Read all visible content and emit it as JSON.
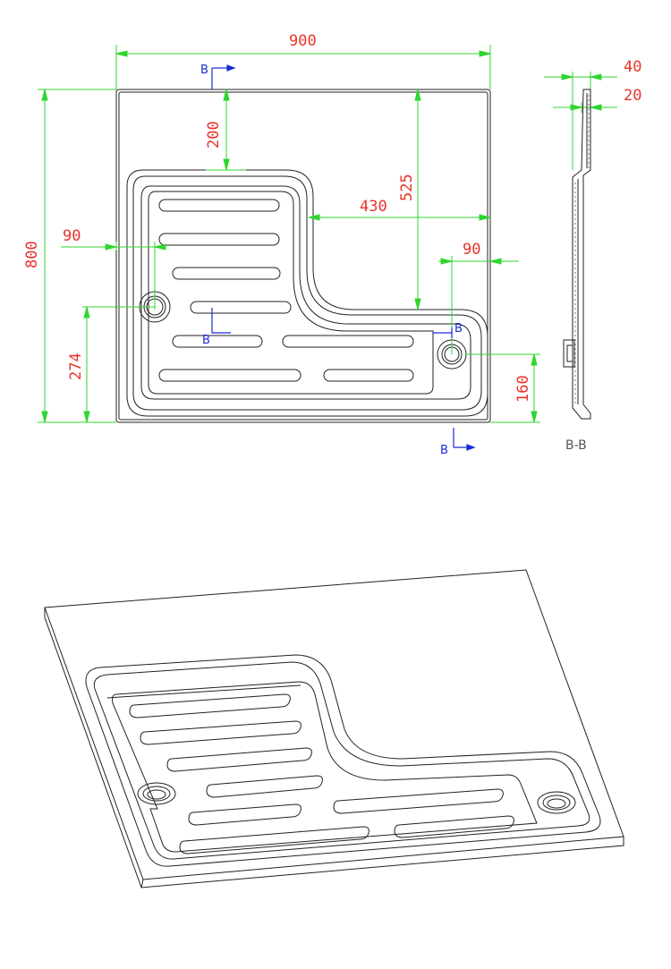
{
  "dimensions": {
    "width": "900",
    "depth": "800",
    "top_offset": "200",
    "recess_width": "430",
    "recess_depth": "525",
    "drain_left_x": "90",
    "drain_left_y": "274",
    "drain_right_x": "90",
    "drain_right_y": "160",
    "section_total": "40",
    "section_rim": "20"
  },
  "section_marks": {
    "mark": "B",
    "view_label": "B-B"
  },
  "colors": {
    "dimension_line": "#2fd62f",
    "dimension_text": "#e8332a",
    "section_mark": "#1a2ad6",
    "outline": "#222222"
  }
}
